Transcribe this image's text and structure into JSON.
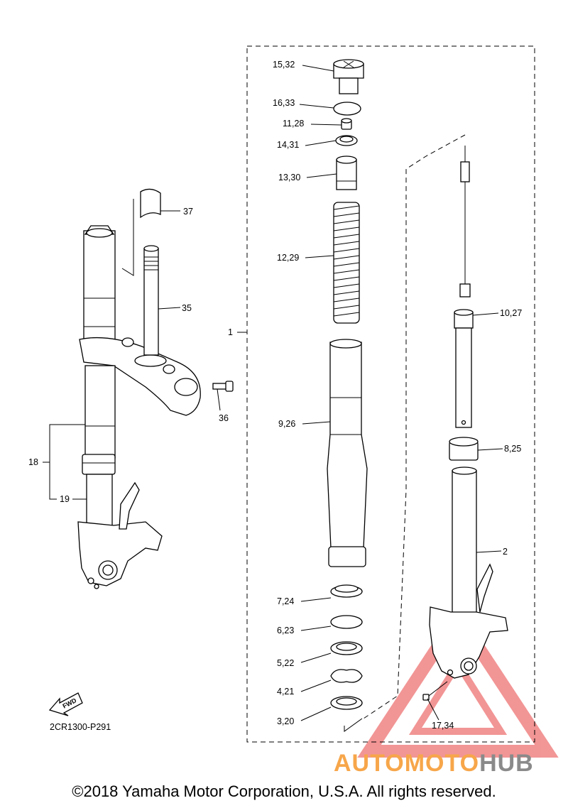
{
  "diagram": {
    "drawing_code": "2CR1300-P291",
    "fwd_label": "FWD",
    "callouts": {
      "c1": "1",
      "c2": "2",
      "c3": "3,20",
      "c4": "4,21",
      "c5": "5,22",
      "c6": "6,23",
      "c7": "7,24",
      "c8": "8,25",
      "c9": "9,26",
      "c10": "10,27",
      "c11": "11,28",
      "c12": "12,29",
      "c13": "13,30",
      "c14": "14,31",
      "c15": "15,32",
      "c16": "16,33",
      "c17": "17,34",
      "c18": "18",
      "c19": "19",
      "c35": "35",
      "c36": "36",
      "c37": "37"
    }
  },
  "watermark": {
    "part1": "AUTOMOTO",
    "part2": "HUB",
    "color_primary": "#f7a64a",
    "color_secondary": "#8a8a8a",
    "triangle_color": "#e84040"
  },
  "footer": {
    "copyright": "©2018 Yamaha Motor Corporation, U.S.A. All rights reserved."
  }
}
